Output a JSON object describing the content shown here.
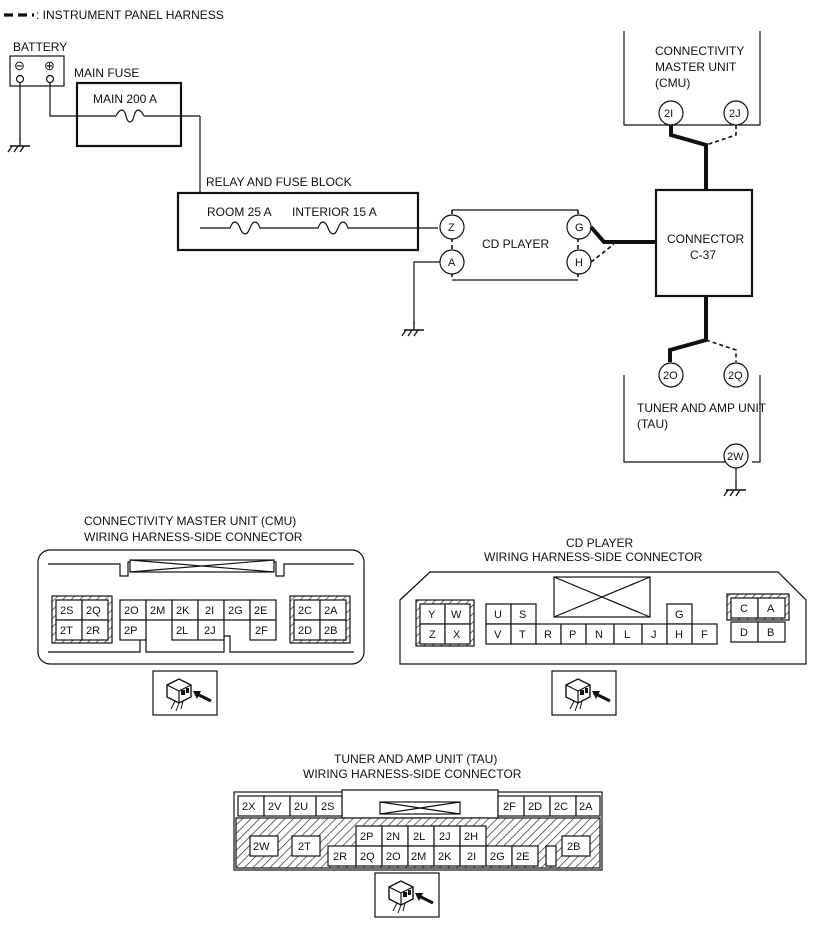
{
  "legend": {
    "text": ": INSTRUMENT PANEL HARNESS"
  },
  "battery": {
    "label": "BATTERY",
    "neg": "⊖",
    "pos": "⊕"
  },
  "main_fuse": {
    "label": "MAIN FUSE",
    "inner": "MAIN 200 A"
  },
  "relay_block": {
    "label": "RELAY AND FUSE BLOCK",
    "room": "ROOM 25 A",
    "interior": "INTERIOR 15 A"
  },
  "cd_player": {
    "label": "CD PLAYER",
    "pins": [
      "Z",
      "A",
      "G",
      "H"
    ]
  },
  "cmu": {
    "line1": "CONNECTIVITY",
    "line2": "MASTER UNIT",
    "line3": "(CMU)",
    "pins": [
      "2I",
      "2J"
    ]
  },
  "connector": {
    "line1": "CONNECTOR",
    "line2": "C-37"
  },
  "tau": {
    "line1": "TUNER AND AMP UNIT",
    "line2": "(TAU)",
    "pins": [
      "2O",
      "2Q",
      "2W"
    ]
  },
  "cmu_connector": {
    "title1": "CONNECTIVITY MASTER UNIT (CMU)",
    "title2": "WIRING HARNESS-SIDE CONNECTOR",
    "left_block": [
      "2S",
      "2Q",
      "2T",
      "2R"
    ],
    "middle_top": [
      "2O",
      "2M",
      "2K",
      "2I",
      "2G",
      "2E"
    ],
    "middle_bottom": [
      "2P",
      "2L",
      "2J",
      "2F"
    ],
    "right_block": [
      "2C",
      "2A",
      "2D",
      "2B"
    ]
  },
  "cd_connector": {
    "title1": "CD PLAYER",
    "title2": "WIRING HARNESS-SIDE CONNECTOR",
    "left_block": [
      "Y",
      "W",
      "Z",
      "X"
    ],
    "top_row": [
      "U",
      "S",
      "G"
    ],
    "bottom_row": [
      "V",
      "T",
      "R",
      "P",
      "N",
      "L",
      "J",
      "H",
      "F"
    ],
    "right_block": [
      "C",
      "A",
      "D",
      "B"
    ]
  },
  "tau_connector": {
    "title1": "TUNER AND AMP UNIT (TAU)",
    "title2": "WIRING HARNESS-SIDE CONNECTOR",
    "top_left": [
      "2X",
      "2V",
      "2U",
      "2S"
    ],
    "top_right": [
      "2F",
      "2D",
      "2C",
      "2A"
    ],
    "mid_row": [
      "2P",
      "2N",
      "2L",
      "2J",
      "2H"
    ],
    "bottom_row": [
      "2R",
      "2Q",
      "2O",
      "2M",
      "2K",
      "2I",
      "2G",
      "2E"
    ],
    "left_pins": [
      "2W",
      "2T"
    ],
    "right_pin": "2B"
  }
}
